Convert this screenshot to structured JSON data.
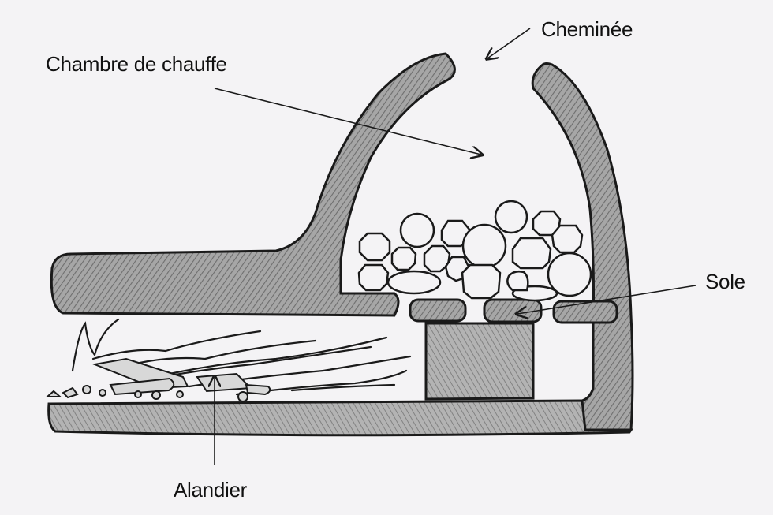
{
  "labels": {
    "chimney": "Cheminée",
    "heating_chamber": "Chambre de chauffe",
    "hearth_floor": "Sole",
    "firebox": "Alandier"
  },
  "colors": {
    "paper": "#f4f3f5",
    "ink": "#1a1a1a",
    "wall_shade": "#8f8f8f",
    "floor_shade": "#9a9a9a"
  }
}
